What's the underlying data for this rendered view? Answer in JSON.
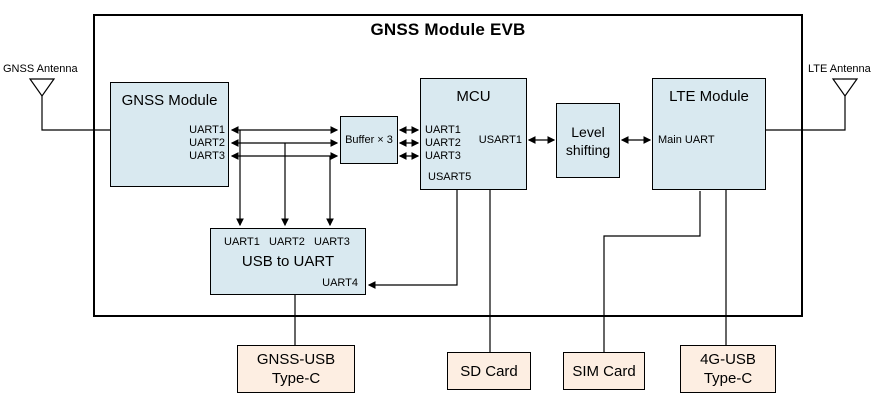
{
  "diagram": {
    "title": "GNSS Module EVB",
    "antennas": {
      "gnss_label": "GNSS Antenna",
      "lte_label": "LTE Antenna"
    },
    "blocks": {
      "gnss_module": {
        "title": "GNSS Module",
        "ports": [
          "UART1",
          "UART2",
          "UART3"
        ]
      },
      "buffer": {
        "label": "Buffer × 3"
      },
      "mcu": {
        "title": "MCU",
        "left_ports": [
          "UART1",
          "UART2",
          "UART3"
        ],
        "right_port": "USART1",
        "bottom_port": "USART5"
      },
      "level_shifting": {
        "line1": "Level",
        "line2": "shifting"
      },
      "lte_module": {
        "title": "LTE Module",
        "port": "Main UART"
      },
      "usb_to_uart": {
        "title": "USB to UART",
        "top_ports": [
          "UART1",
          "UART2",
          "UART3"
        ],
        "side_port": "UART4"
      }
    },
    "external": {
      "gnss_usb": {
        "line1": "GNSS-USB",
        "line2": "Type-C"
      },
      "sd_card": {
        "label": "SD Card"
      },
      "sim_card": {
        "label": "SIM Card"
      },
      "lte_usb": {
        "line1": "4G-USB",
        "line2": "Type-C"
      }
    },
    "colors": {
      "block_fill": "#d9e9f0",
      "external_fill": "#fdeee2",
      "border": "#000000",
      "background": "#ffffff"
    }
  }
}
